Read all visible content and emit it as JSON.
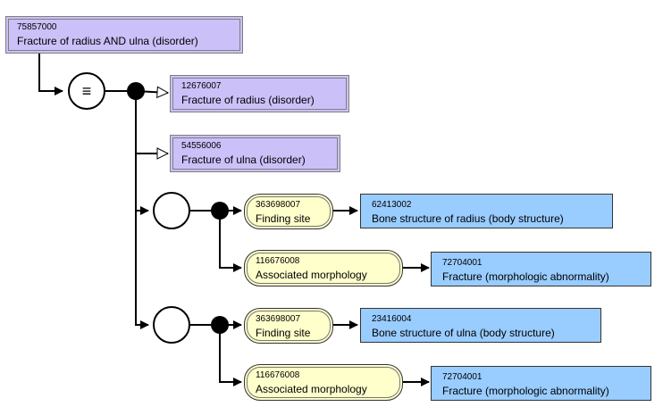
{
  "root": {
    "code": "75857000",
    "label": "Fracture of radius AND ulna (disorder)"
  },
  "definition_status_symbol": "≡",
  "parents": [
    {
      "code": "12676007",
      "label": "Fracture of radius (disorder)"
    },
    {
      "code": "54556006",
      "label": "Fracture of ulna (disorder)"
    }
  ],
  "groups": [
    {
      "attributes": [
        {
          "attr_code": "363698007",
          "attr_label": "Finding site",
          "value_code": "62413002",
          "value_label": "Bone structure of radius (body structure)"
        },
        {
          "attr_code": "116676008",
          "attr_label": "Associated morphology",
          "value_code": "72704001",
          "value_label": "Fracture (morphologic abnormality)"
        }
      ]
    },
    {
      "attributes": [
        {
          "attr_code": "363698007",
          "attr_label": "Finding site",
          "value_code": "23416004",
          "value_label": "Bone structure of ulna (body structure)"
        },
        {
          "attr_code": "116676008",
          "attr_label": "Associated morphology",
          "value_code": "72704001",
          "value_label": "Fracture (morphologic abnormality)"
        }
      ]
    }
  ],
  "colors": {
    "concept": "#ccc0f8",
    "attribute": "#ffffcc",
    "value": "#99ccff"
  }
}
